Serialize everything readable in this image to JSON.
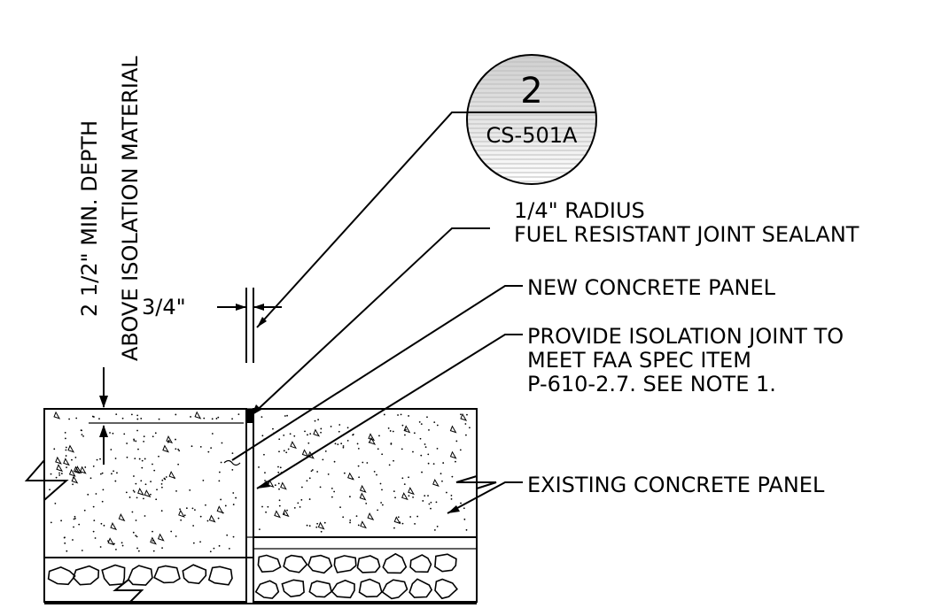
{
  "detail_marker": {
    "number": "2",
    "sheet": "CS-501A"
  },
  "vertical_note": {
    "line1": "2 1/2\" MIN. DEPTH",
    "line2": "ABOVE ISOLATION MATERIAL"
  },
  "dimension_gap": "3/4\"",
  "callouts": {
    "sealant_line1": "1/4\" RADIUS",
    "sealant_line2": "FUEL RESISTANT JOINT SEALANT",
    "new_panel": "NEW CONCRETE PANEL",
    "isolation_line1": "PROVIDE ISOLATION JOINT TO",
    "isolation_line2": "MEET FAA SPEC ITEM",
    "isolation_line3": "P-610-2.7. SEE NOTE 1.",
    "existing_panel": "EXISTING CONCRETE PANEL"
  },
  "colors": {
    "line": "#000000",
    "background": "#ffffff"
  }
}
